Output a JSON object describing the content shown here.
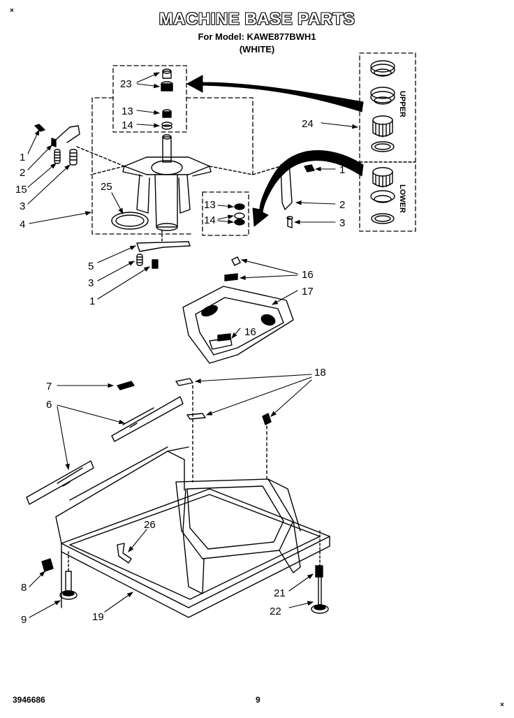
{
  "header": {
    "title": "MACHINE BASE PARTS",
    "model_line": "For Model: KAWE877BWH1",
    "color_line": "(WHITE)"
  },
  "kit_labels": {
    "upper": "UPPER",
    "lower": "LOWER"
  },
  "callouts": {
    "c23": "23",
    "c13a": "13",
    "c14a": "14",
    "c1a": "1",
    "c2a": "2",
    "c15": "15",
    "c3a": "3",
    "c4": "4",
    "c25": "25",
    "c24": "24",
    "c1b": "1",
    "c2b": "2",
    "c3b": "3",
    "c13b": "13",
    "c14b": "14",
    "c5": "5",
    "c3c": "3",
    "c1c": "1",
    "c16a": "16",
    "c17": "17",
    "c16b": "16",
    "c18": "18",
    "c7": "7",
    "c6": "6",
    "c26": "26",
    "c8": "8",
    "c9": "9",
    "c19": "19",
    "c21": "21",
    "c22": "22"
  },
  "footer": {
    "part_code": "3946686",
    "page_number": "9"
  },
  "corner_marks": {
    "top_left": "×",
    "bottom_right": "×"
  }
}
